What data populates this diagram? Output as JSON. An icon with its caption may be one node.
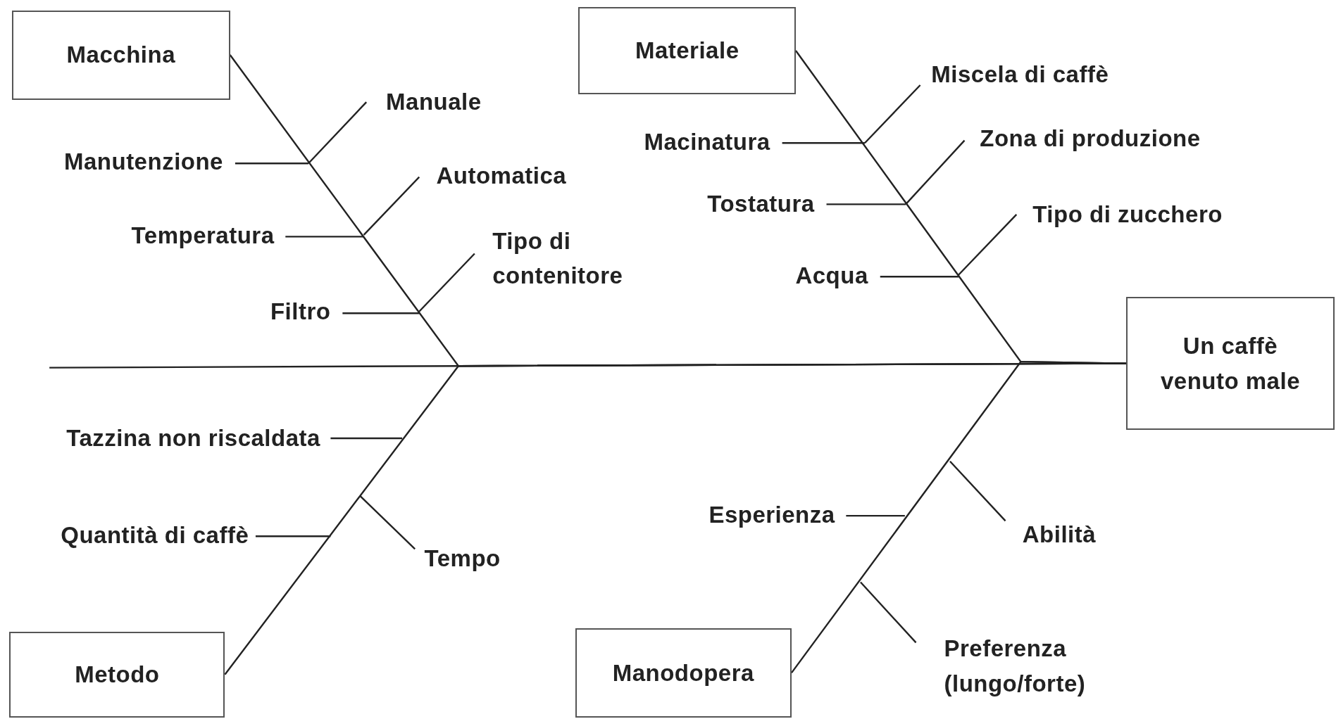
{
  "diagram": {
    "nodes": [
      {
        "text": [
          "Macchina"
        ]
      },
      {
        "text": [
          "Materiale"
        ]
      },
      {
        "text": [
          "Manuale"
        ]
      },
      {
        "text": [
          "Manutenzione"
        ]
      },
      {
        "text": [
          "Automatica"
        ]
      },
      {
        "text": [
          "Temperatura"
        ]
      },
      {
        "text": [
          "Tipo di contenitore"
        ]
      },
      {
        "text": [
          "Filtro"
        ]
      },
      {
        "text": [
          "Miscela di caffè"
        ]
      },
      {
        "text": [
          "Macinatura"
        ]
      },
      {
        "text": [
          "Zona di produzione"
        ]
      },
      {
        "text": [
          "Tostatura"
        ]
      },
      {
        "text": [
          "Tipo di zucchero"
        ]
      },
      {
        "text": [
          "Acqua"
        ]
      },
      {
        "text": [
          "Un caffè venuto male"
        ]
      },
      {
        "text": [
          "Tazzina non riscaldata"
        ]
      },
      {
        "text": [
          "Quantità di caffè"
        ]
      },
      {
        "text": [
          "Tempo"
        ]
      },
      {
        "text": [
          "Esperienza"
        ]
      },
      {
        "text": [
          "Abilità"
        ]
      },
      {
        "text": [
          "Metodo"
        ]
      },
      {
        "text": [
          "Preferenza (lungo/forte)"
        ]
      },
      {
        "text": [
          "Manodopera"
        ]
      }
    ],
    "edges": [
      {
        "from": 0,
        "to": 14,
        "arrow": "none"
      },
      {
        "from": 1,
        "to": 14,
        "arrow": "none"
      },
      {
        "from": 20,
        "to": 14,
        "arrow": "none"
      },
      {
        "from": 22,
        "to": 14,
        "arrow": "none"
      },
      {
        "from": null,
        "to": 14,
        "arrow": "none"
      },
      {
        "from": 2,
        "to": null,
        "arrow": "none"
      },
      {
        "from": 3,
        "to": null,
        "arrow": "none"
      },
      {
        "from": 4,
        "to": null,
        "arrow": "none"
      },
      {
        "from": 5,
        "to": null,
        "arrow": "none"
      },
      {
        "from": 6,
        "to": null,
        "arrow": "none"
      },
      {
        "from": 7,
        "to": null,
        "arrow": "none"
      },
      {
        "from": 8,
        "to": null,
        "arrow": "none"
      },
      {
        "from": 9,
        "to": null,
        "arrow": "none"
      },
      {
        "from": 10,
        "to": null,
        "arrow": "none"
      },
      {
        "from": 11,
        "to": null,
        "arrow": "none"
      },
      {
        "from": 12,
        "to": null,
        "arrow": "none"
      },
      {
        "from": 13,
        "to": null,
        "arrow": "none"
      },
      {
        "from": 15,
        "to": null,
        "arrow": "none"
      },
      {
        "from": 16,
        "to": null,
        "arrow": "none"
      },
      {
        "from": 17,
        "to": null,
        "arrow": "none"
      },
      {
        "from": 18,
        "to": null,
        "arrow": "none"
      },
      {
        "from": 19,
        "to": null,
        "arrow": "none"
      },
      {
        "from": 21,
        "to": null,
        "arrow": "none"
      }
    ]
  }
}
